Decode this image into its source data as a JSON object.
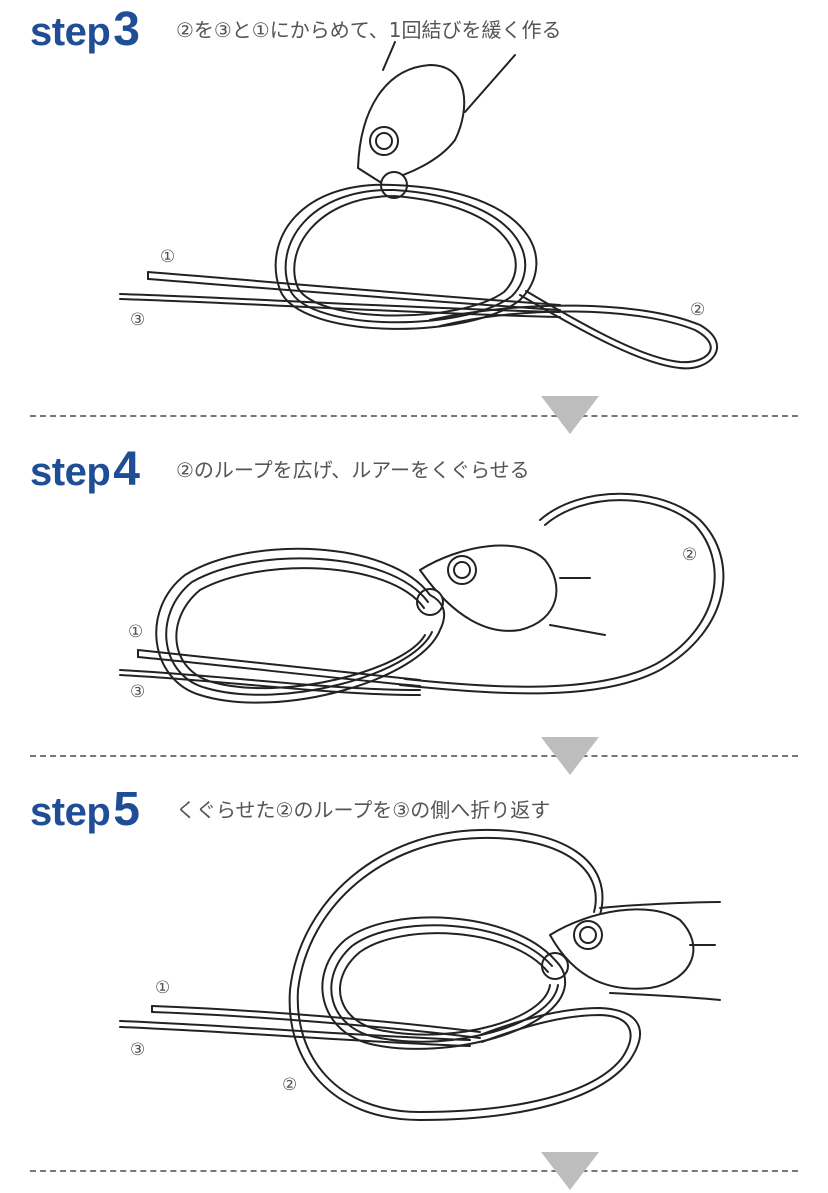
{
  "steps": [
    {
      "word": "step",
      "number": "3",
      "description": "②を③と①にからめて、1回結びを緩く作る",
      "labels": {
        "one": "①",
        "two": "②",
        "three": "③"
      }
    },
    {
      "word": "step",
      "number": "4",
      "description": "②のループを広げ、ルアーをくぐらせる",
      "labels": {
        "one": "①",
        "two": "②",
        "three": "③"
      }
    },
    {
      "word": "step",
      "number": "5",
      "description": "くぐらせた②のループを③の側へ折り返す",
      "labels": {
        "one": "①",
        "two": "②",
        "three": "③"
      }
    }
  ],
  "colors": {
    "step_heading": "#1f4e96",
    "arrow": "#bdbdbd",
    "divider": "#777777"
  }
}
